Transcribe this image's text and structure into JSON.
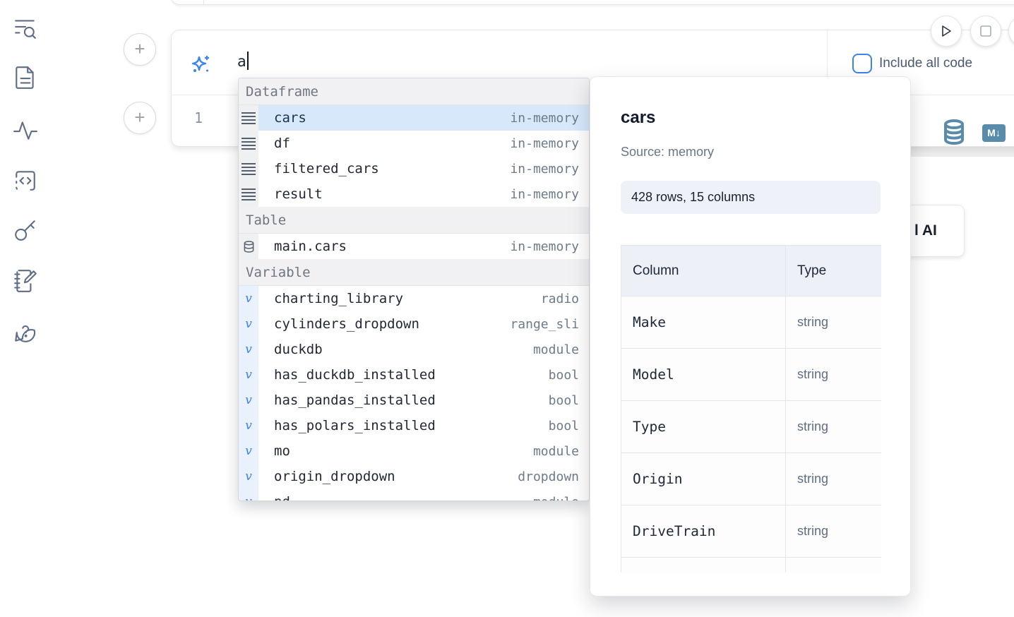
{
  "sidebar": {
    "icons": [
      "toc-search",
      "document",
      "activity",
      "code-block",
      "key",
      "notebook-pen",
      "help-chat"
    ]
  },
  "run_controls": {
    "play": "run-cell",
    "stop": "stop-cell"
  },
  "ai_cell": {
    "prompt_value": "a",
    "include_all_code_label": "Include all code",
    "checkbox_checked": false
  },
  "code_cell": {
    "line_number": "1",
    "md_badge": "M↓"
  },
  "ai_button": {
    "visible_label": "l AI"
  },
  "autocomplete": {
    "sections": [
      {
        "label": "Dataframe"
      },
      {
        "label": "Table"
      },
      {
        "label": "Variable"
      }
    ],
    "dataframe_items": [
      {
        "name": "cars",
        "type": "in-memory",
        "selected": true
      },
      {
        "name": "df",
        "type": "in-memory"
      },
      {
        "name": "filtered_cars",
        "type": "in-memory"
      },
      {
        "name": "result",
        "type": "in-memory"
      }
    ],
    "table_items": [
      {
        "name": "main.cars",
        "type": "in-memory"
      }
    ],
    "variable_items": [
      {
        "name": "charting_library",
        "type": "radio"
      },
      {
        "name": "cylinders_dropdown",
        "type": "range_sli"
      },
      {
        "name": "duckdb",
        "type": "module"
      },
      {
        "name": "has_duckdb_installed",
        "type": "bool"
      },
      {
        "name": "has_pandas_installed",
        "type": "bool"
      },
      {
        "name": "has_polars_installed",
        "type": "bool"
      },
      {
        "name": "mo",
        "type": "module"
      },
      {
        "name": "origin_dropdown",
        "type": "dropdown"
      },
      {
        "name": "pd",
        "type": "module"
      }
    ]
  },
  "popup": {
    "title": "cars",
    "source": "Source: memory",
    "shape": "428 rows, 15 columns",
    "columns_header": [
      "Column",
      "Type"
    ],
    "schema": [
      [
        "Make",
        "string"
      ],
      [
        "Model",
        "string"
      ],
      [
        "Type",
        "string"
      ],
      [
        "Origin",
        "string"
      ],
      [
        "DriveTrain",
        "string"
      ]
    ]
  },
  "colors": {
    "accent": "#3b82f6",
    "selection": "#d7e8fb",
    "steel_blue": "#5b8bab"
  }
}
